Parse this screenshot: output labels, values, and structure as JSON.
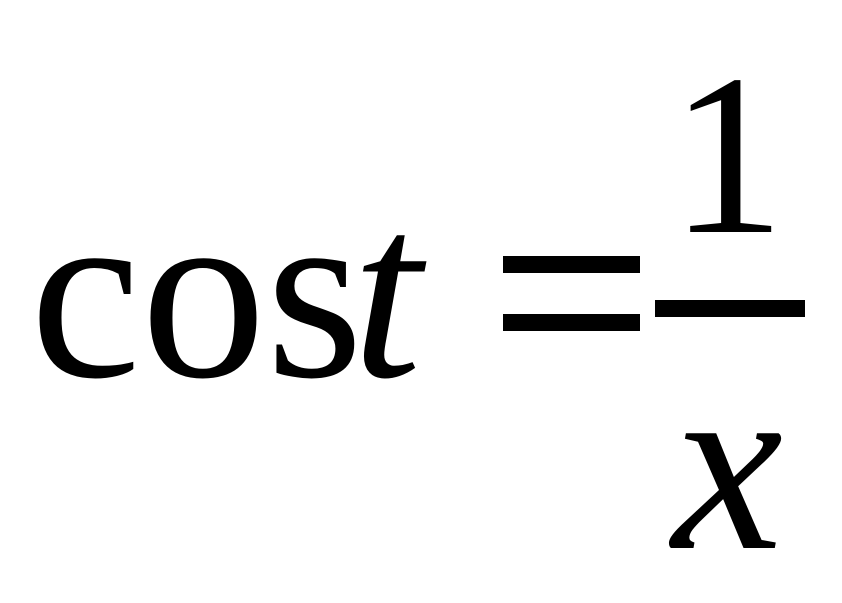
{
  "formula": {
    "function": "cos",
    "variable": "t",
    "numerator": "1",
    "denominator": "x"
  }
}
